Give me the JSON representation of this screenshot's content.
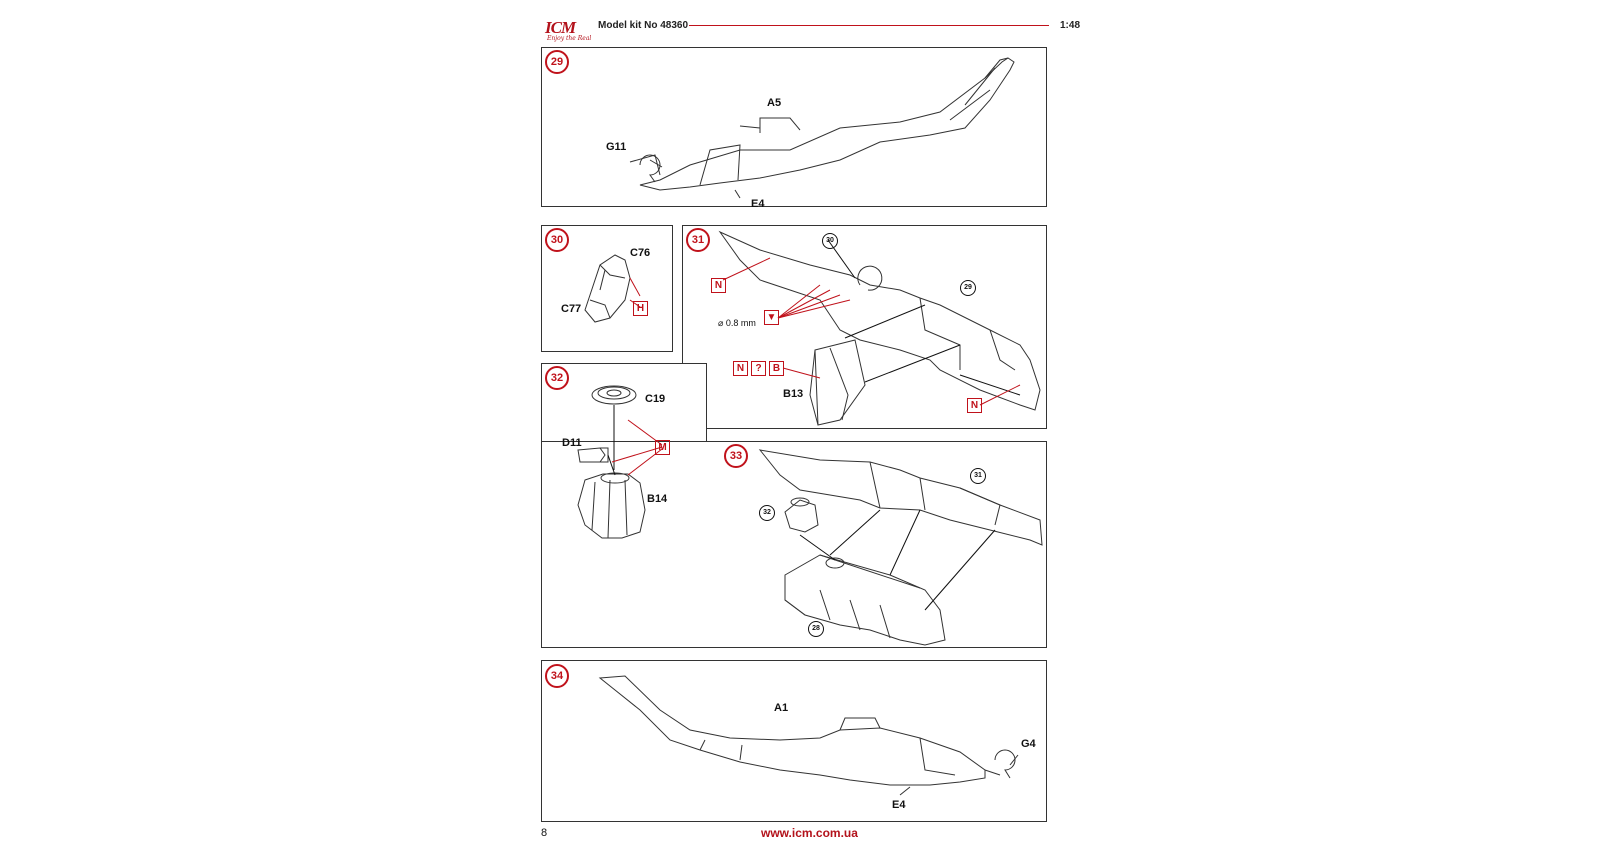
{
  "header": {
    "brand": "ICM",
    "tagline": "Enjoy the Real",
    "title": "Model kit No 48360",
    "scale": "1:48"
  },
  "steps": {
    "s29": {
      "number": "29",
      "labels": {
        "a5": "A5",
        "g11": "G11",
        "e4": "E4"
      }
    },
    "s30": {
      "number": "30",
      "labels": {
        "c76": "C76",
        "c77": "C77",
        "h": "H"
      }
    },
    "s31": {
      "number": "31",
      "labels": {
        "n1": "N",
        "n2": "N",
        "n3": "N",
        "q": "?",
        "b": "B",
        "drill": "⌀ 0.8 mm",
        "b13": "B13",
        "ref30": "30",
        "ref29": "29"
      }
    },
    "s32": {
      "number": "32",
      "labels": {
        "c19": "C19",
        "d11": "D11",
        "m": "M",
        "b14": "B14"
      }
    },
    "s33": {
      "number": "33",
      "labels": {
        "ref31": "31",
        "ref32": "32",
        "ref28": "28"
      }
    },
    "s34": {
      "number": "34",
      "labels": {
        "a1": "A1",
        "g4": "G4",
        "e4": "E4"
      }
    }
  },
  "footer": {
    "page_number": "8",
    "url": "www.icm.com.ua"
  },
  "colors": {
    "accent": "#c0121b",
    "line": "#333333"
  }
}
